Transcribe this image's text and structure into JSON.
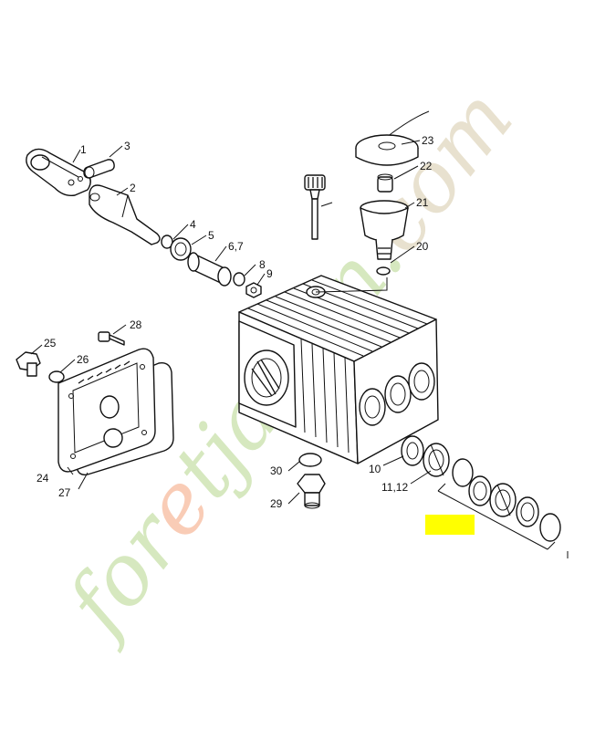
{
  "callouts": {
    "c1": "1",
    "c2": "2",
    "c3": "3",
    "c4": "4",
    "c5": "5",
    "c67": "6,7",
    "c8": "8",
    "c9": "9",
    "c10": "10",
    "c1112": "11,12",
    "c20": "20",
    "c21": "21",
    "c22": "22",
    "c23": "23",
    "c24": "24",
    "c25": "25",
    "c26": "26",
    "c27": "27",
    "c28": "28",
    "c29": "29",
    "c30": "30"
  },
  "watermark": {
    "text": "foretjardin.com",
    "colors": {
      "orange": "#f4a27a",
      "green": "#b4d68a",
      "tan": "#d6c9a8"
    }
  },
  "highlight": {
    "color": "#ffff00"
  }
}
